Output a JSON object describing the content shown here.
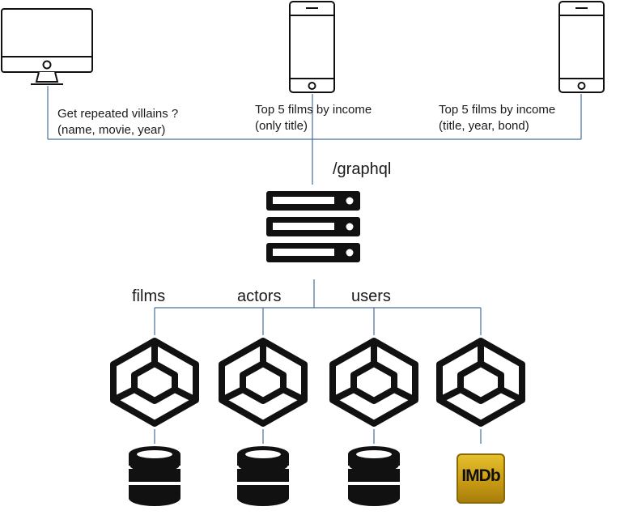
{
  "clients": {
    "desktop_label": [
      "Get repeated villains ?",
      "(name, movie, year)"
    ],
    "phone1_label": [
      "Top 5 films by income",
      "(only title)"
    ],
    "phone2_label": [
      "Top 5 films by income",
      "(title, year, bond)"
    ]
  },
  "server": {
    "endpoint": "/graphql"
  },
  "services": {
    "films": "films",
    "actors": "actors",
    "users": "users"
  },
  "sources": {
    "imdb_logo": "IMDb"
  },
  "colors": {
    "connector": "#4a6f9a",
    "icon": "#111111",
    "imdb": "#d4a91c"
  }
}
